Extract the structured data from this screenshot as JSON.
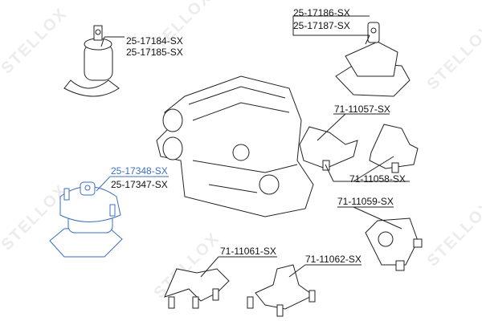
{
  "watermark": "STELLOX",
  "colors": {
    "highlight": "#3a6fc0",
    "line": "#222222"
  },
  "parts": [
    {
      "id": "top-left-mount",
      "labels": [
        "25-17184-SX",
        "25-17185-SX"
      ],
      "highlighted": false
    },
    {
      "id": "top-right-mount",
      "labels": [
        "25-17186-SX",
        "25-17187-SX"
      ],
      "highlighted": false
    },
    {
      "id": "right-bracket-pair",
      "labels": [
        "71-11057-SX",
        "71-11058-SX"
      ],
      "highlighted": false
    },
    {
      "id": "left-mount",
      "labels": [
        "25-17348-SX",
        "25-17347-SX"
      ],
      "highlighted": true
    },
    {
      "id": "right-lower-mount",
      "labels": [
        "71-11059-SX"
      ],
      "highlighted": false
    },
    {
      "id": "bottom-mount-1",
      "labels": [
        "71-11061-SX"
      ],
      "highlighted": false
    },
    {
      "id": "bottom-mount-2",
      "labels": [
        "71-11062-SX"
      ],
      "highlighted": false
    }
  ]
}
